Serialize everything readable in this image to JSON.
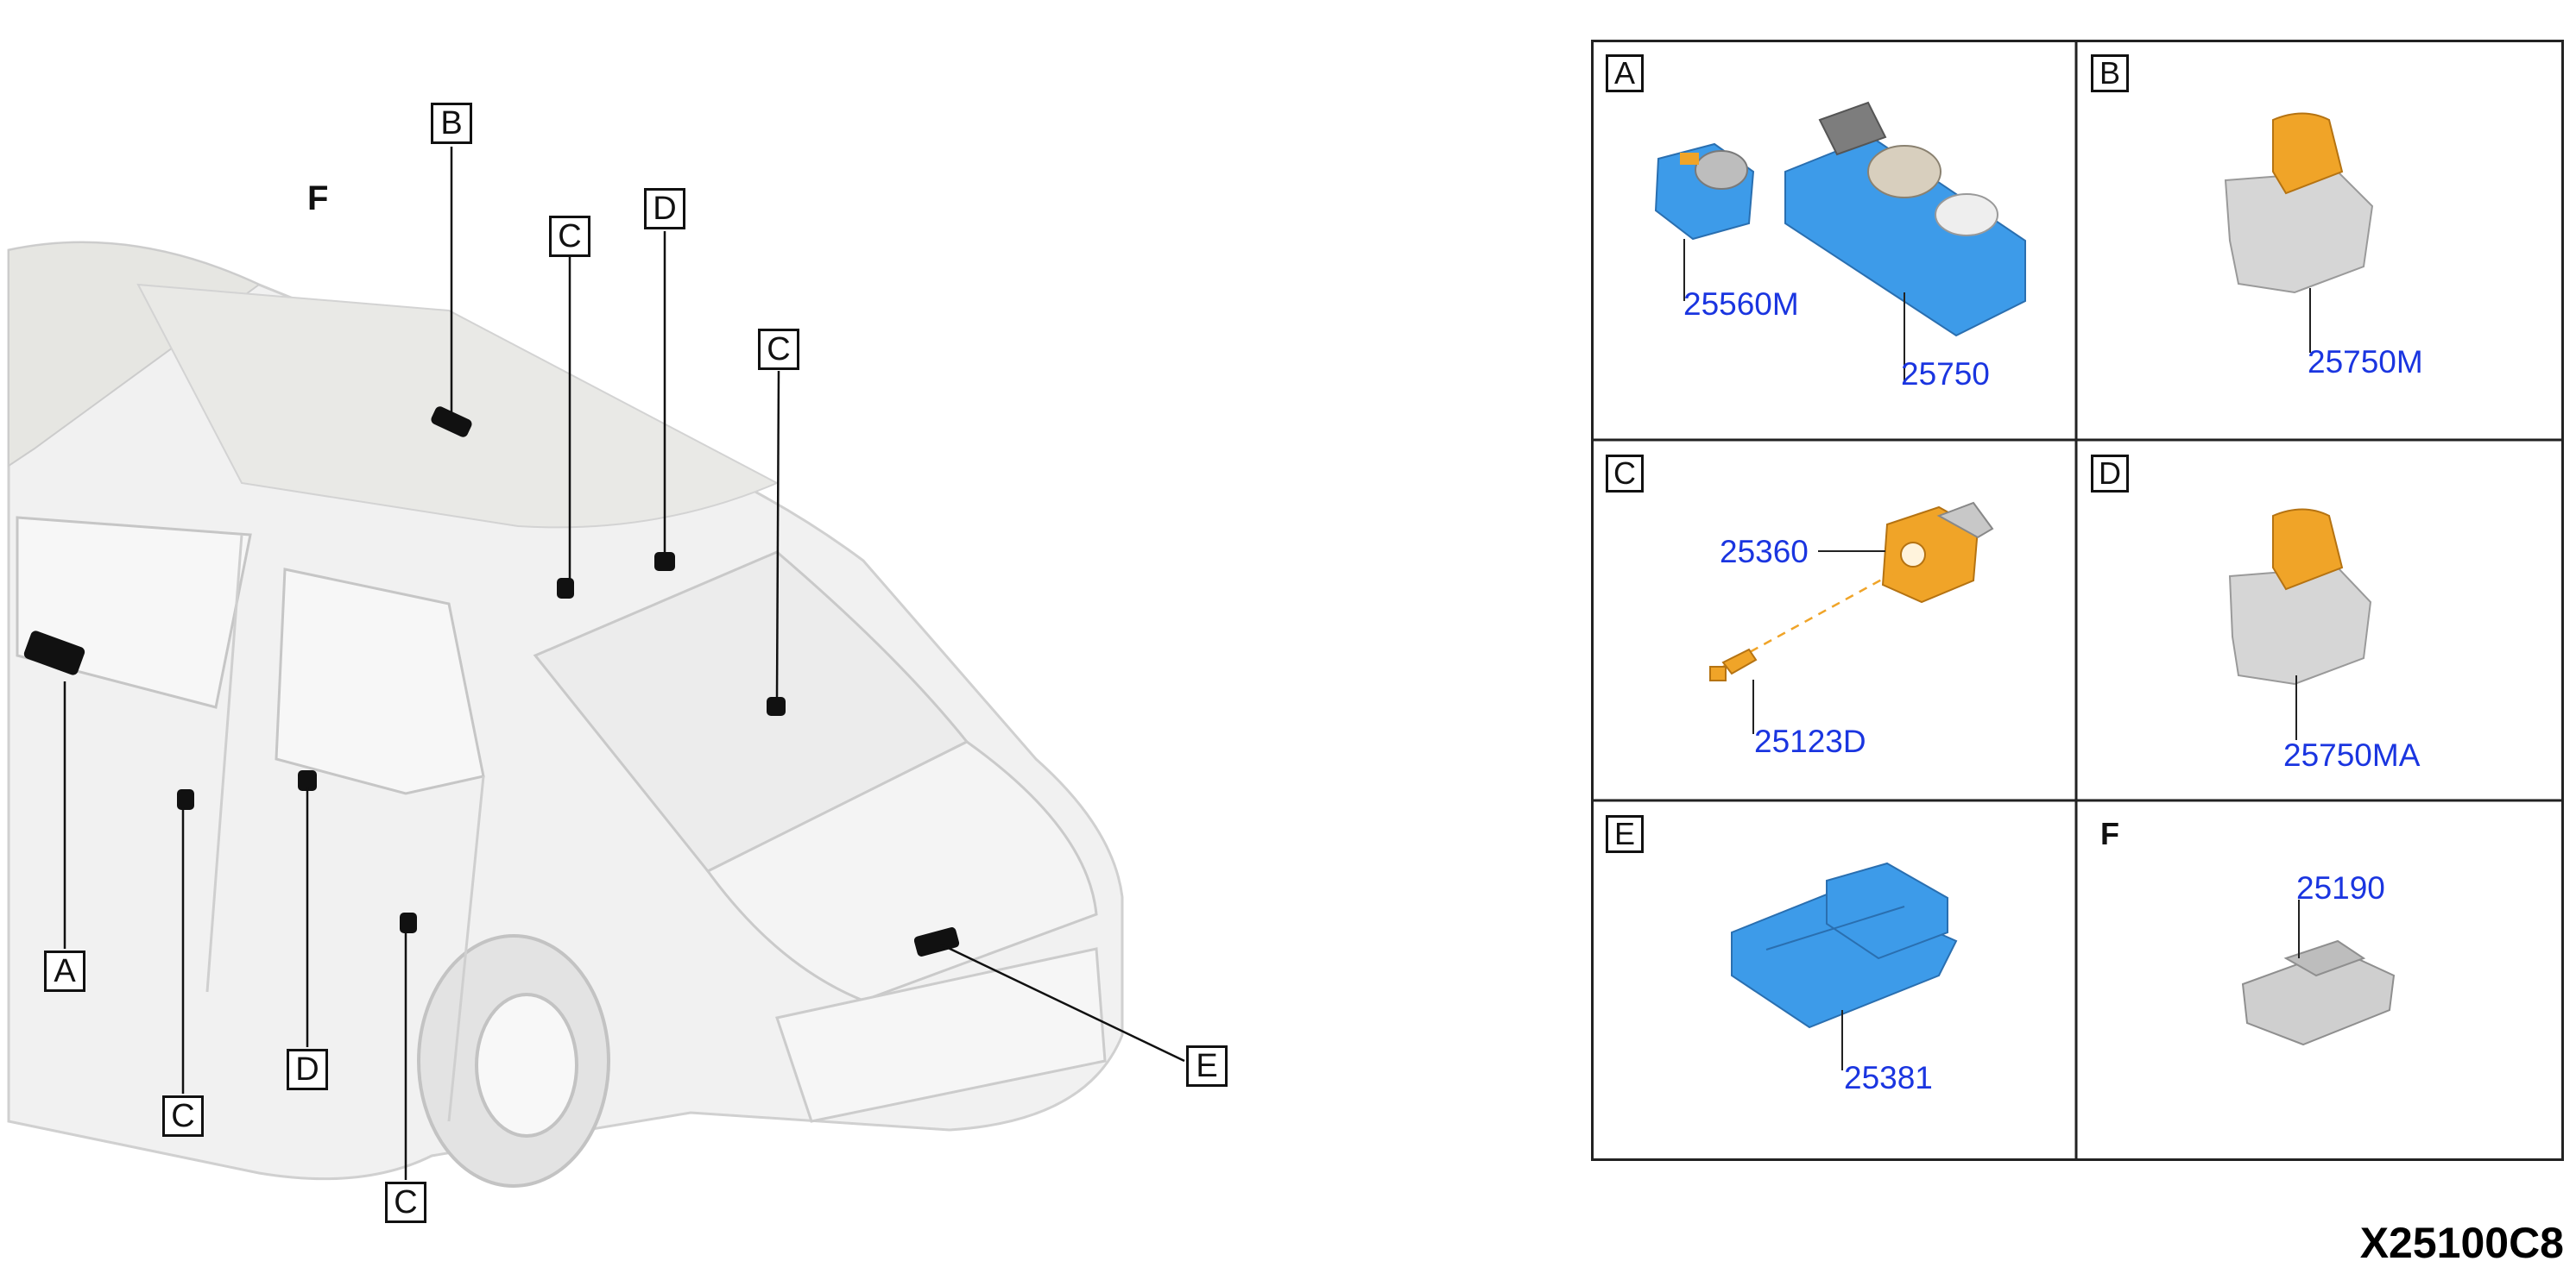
{
  "car_view": {
    "callouts": [
      {
        "id": "b",
        "letter": "B"
      },
      {
        "id": "c1",
        "letter": "C"
      },
      {
        "id": "d1",
        "letter": "D"
      },
      {
        "id": "c2",
        "letter": "C"
      },
      {
        "id": "a",
        "letter": "A"
      },
      {
        "id": "c3",
        "letter": "C"
      },
      {
        "id": "d2",
        "letter": "D"
      },
      {
        "id": "c4",
        "letter": "C"
      },
      {
        "id": "e",
        "letter": "E"
      }
    ],
    "roof_label": "F"
  },
  "grid": {
    "cells": [
      {
        "letter": "A",
        "boxed": true,
        "parts": [
          "25560M",
          "25750"
        ]
      },
      {
        "letter": "B",
        "boxed": true,
        "parts": [
          "25750M"
        ]
      },
      {
        "letter": "C",
        "boxed": true,
        "parts": [
          "25360",
          "25123D"
        ]
      },
      {
        "letter": "D",
        "boxed": true,
        "parts": [
          "25750MA"
        ]
      },
      {
        "letter": "E",
        "boxed": true,
        "parts": [
          "25381"
        ]
      },
      {
        "letter": "F",
        "boxed": false,
        "parts": [
          "25190"
        ]
      }
    ]
  },
  "diagram_code": "X25100C8",
  "colors": {
    "part_number": "#1a35e0",
    "blue_part": "#3d9be9",
    "orange_part": "#f0a428",
    "gray_part": "#c8c8c8"
  }
}
